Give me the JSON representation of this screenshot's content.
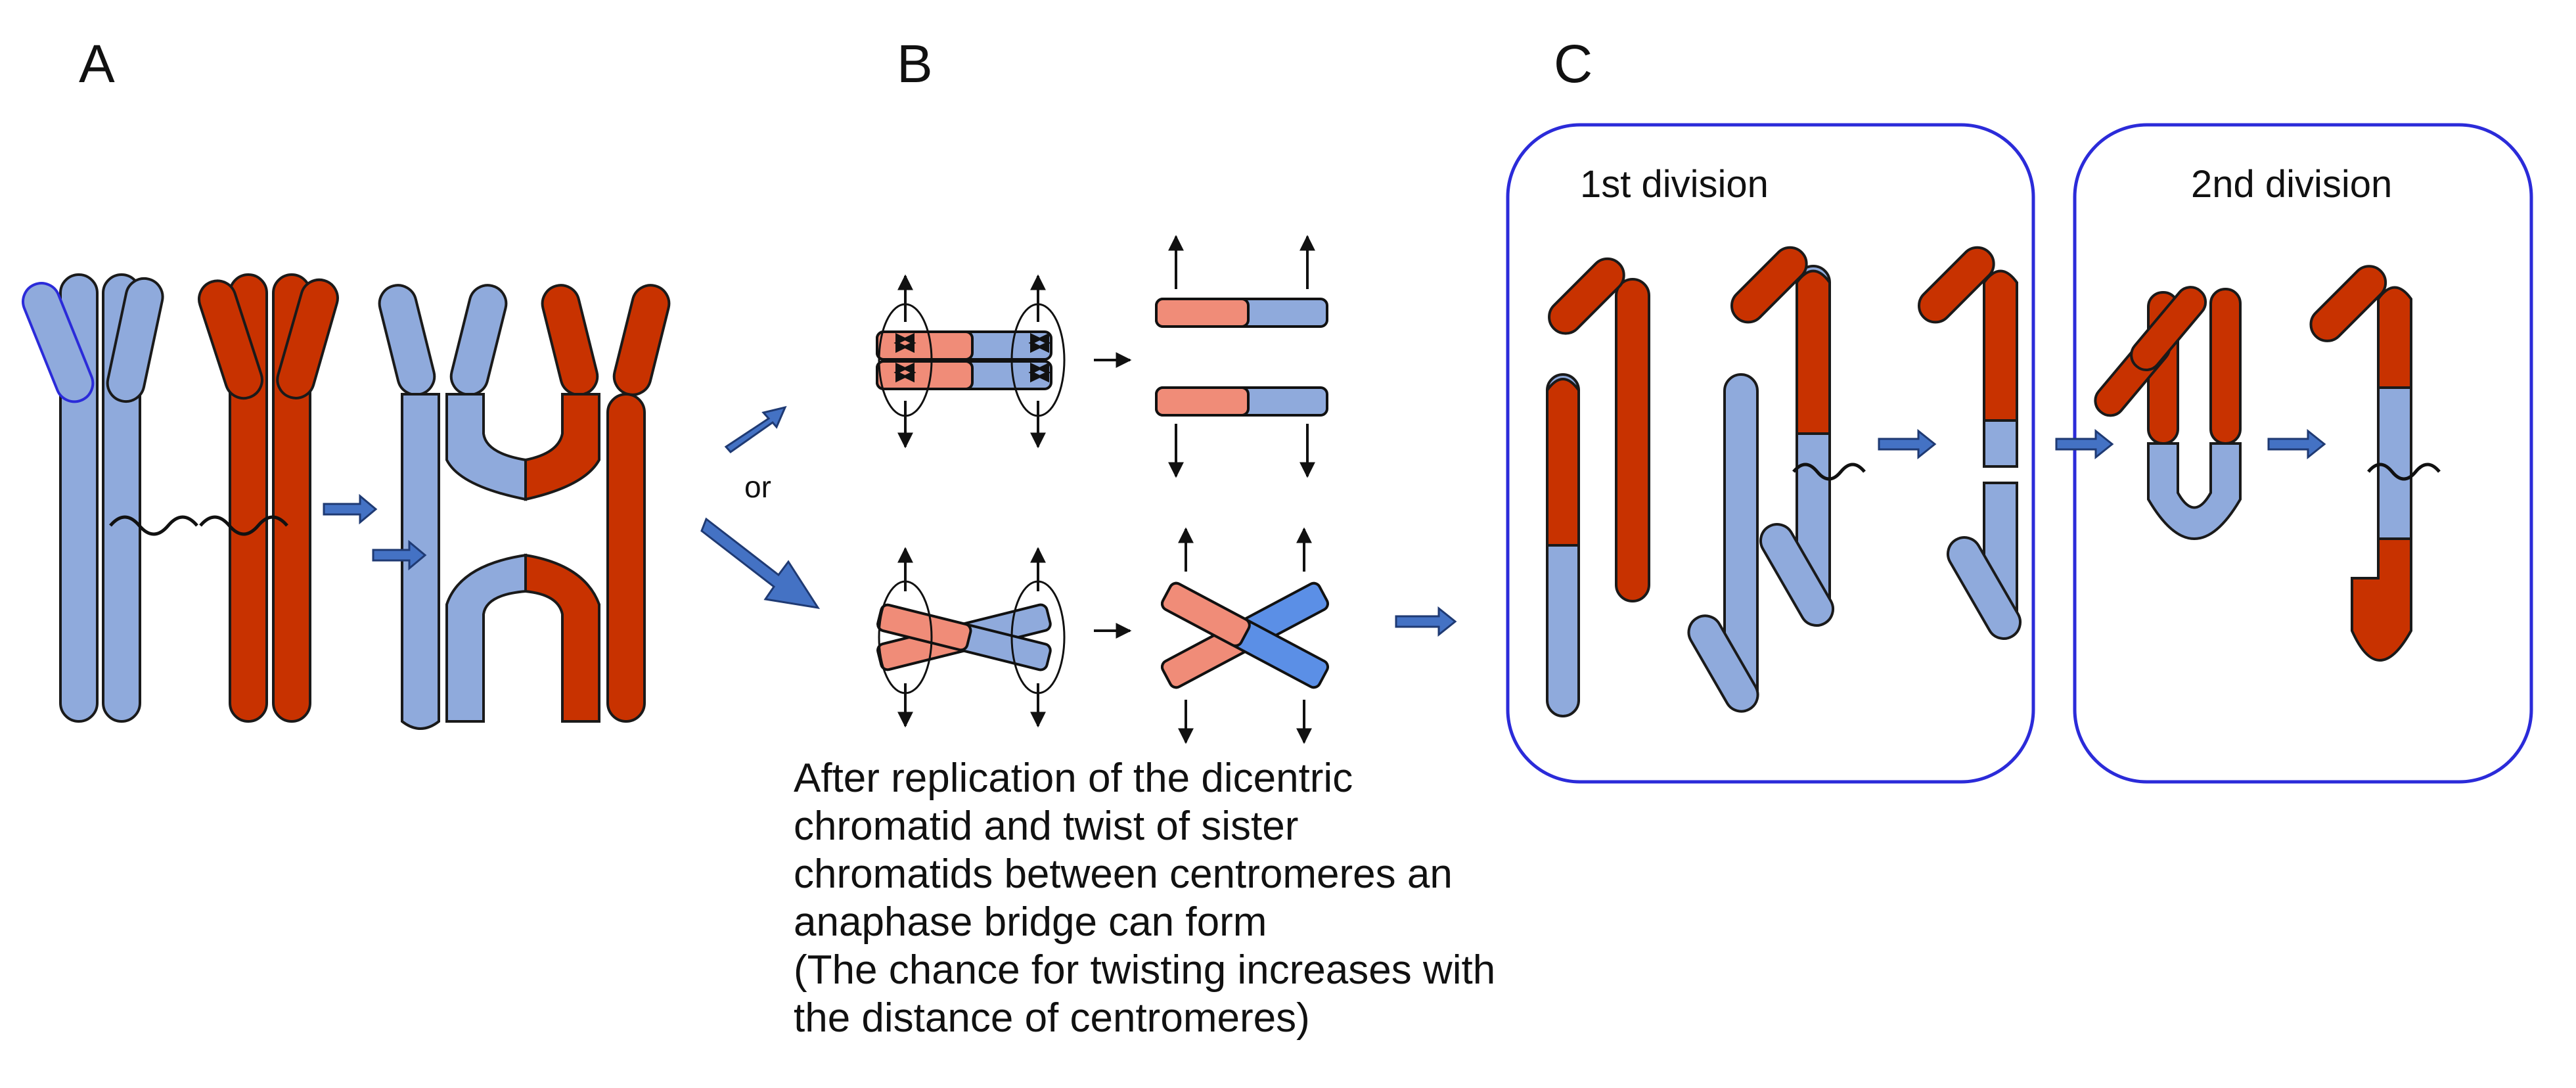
{
  "panels": {
    "a": {
      "label": "A"
    },
    "b": {
      "label": "B",
      "or_label": "or"
    },
    "c": {
      "label": "C",
      "box1_title": "1st division",
      "box2_title": "2nd division"
    }
  },
  "caption_lines": [
    "After replication of the dicentric",
    "chromatid and twist of sister",
    "chromatids between centromeres an",
    "anaphase bridge can form",
    "(The chance for twisting increases with",
    "the distance of centromeres)"
  ],
  "colors": {
    "blue": "#8FAADC",
    "red": "#C83200",
    "salmon": "#F08C78",
    "bright_blue": "#5B8FE6",
    "arrow": "#4472C4",
    "frame": "#2B2BD9",
    "outline": "#1A1A1A"
  }
}
